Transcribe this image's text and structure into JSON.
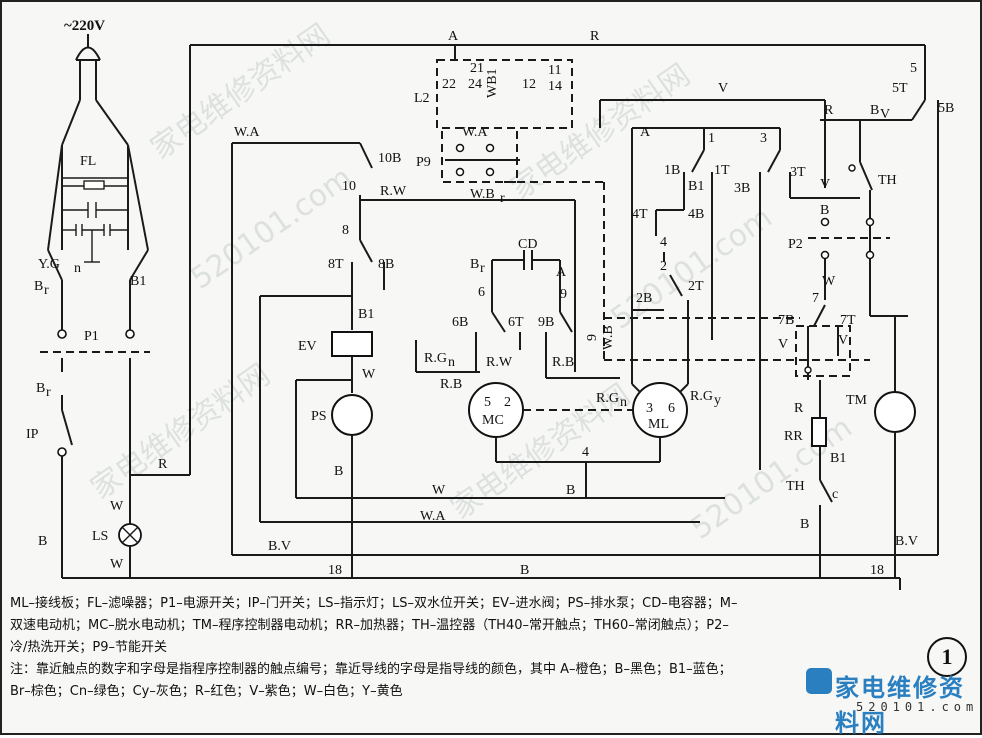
{
  "diagram": {
    "supply": "~220V",
    "labels": {
      "FL": "FL",
      "Gn": "Y.G",
      "Gn_sub": "n",
      "Br": "B",
      "Br_sub": "r",
      "B1": "B1",
      "P1": "P1",
      "IP": "IP",
      "R": "R",
      "W": "W",
      "B": "B",
      "LS": "LS",
      "A": "A",
      "L2": "L2",
      "P9": "P9",
      "c22": "22",
      "c21": "21",
      "c24": "24",
      "WB1": "WB1",
      "c12": "12",
      "c11": "11",
      "c14": "14",
      "WA": "W.A",
      "WBr": "W.B",
      "V": "V",
      "c5": "5",
      "c5T": "5T",
      "c5B": "5B",
      "Bv": "B",
      "Bv_sub": "V",
      "c10B": "10B",
      "c10": "10",
      "RW": "R.W",
      "c8": "8",
      "c8T": "8T",
      "c8B": "8B",
      "EV": "EV",
      "PS": "PS",
      "CD": "CD",
      "c6": "6",
      "c9": "9",
      "c6B": "6B",
      "c6T": "6T",
      "c9B": "9B",
      "WB": "W.B",
      "RGn": "R.G",
      "RB": "R.B",
      "MC": "MC",
      "c5m": "5",
      "c2m": "2",
      "ML": "ML",
      "c3m": "3",
      "c6m": "6",
      "RGy": "R.G",
      "Gy_sub": "y",
      "c4": "4",
      "c1": "1",
      "c3": "3",
      "c1B": "1B",
      "c1T": "1T",
      "c4T": "4T",
      "c4B": "4B",
      "c3B": "3B",
      "c3T": "3T",
      "c2": "2",
      "c2B": "2B",
      "c2T": "2T",
      "TH": "TH",
      "P2": "P2",
      "c7": "7",
      "c7B": "7B",
      "c7T": "7T",
      "TM": "TM",
      "RR": "RR",
      "c_c": "c",
      "BV": "B.V",
      "c18": "18"
    },
    "watermark": "家电维修资料网",
    "watermark2": "520101.com"
  },
  "legend": {
    "line1": "ML–接线板；FL–滤噪器；P1–电源开关；IP–门开关；LS–指示灯；LS–双水位开关；EV–进水阀；PS–排水泵；CD–电容器；M–",
    "line2": "双速电动机；MC–脱水电动机；TM–程序控制器电动机；RR–加热器；TH–温控器（TH40–常开触点；TH60–常闭触点）；P2–",
    "line3": "冷/热洗开关；P9–节能开关",
    "line4": "注：靠近触点的数字和字母是指程序控制器的触点编号；靠近导线的字母是指导线的颜色，其中 A–橙色；B–黑色；B1–蓝色；",
    "line5": "Br–棕色；Cn–绿色；Cy–灰色；R–红色；V–紫色；W–白色；Y–黄色"
  },
  "figure_number": "1",
  "brand": {
    "name": "家电维修资料网",
    "site": "520101.com"
  }
}
